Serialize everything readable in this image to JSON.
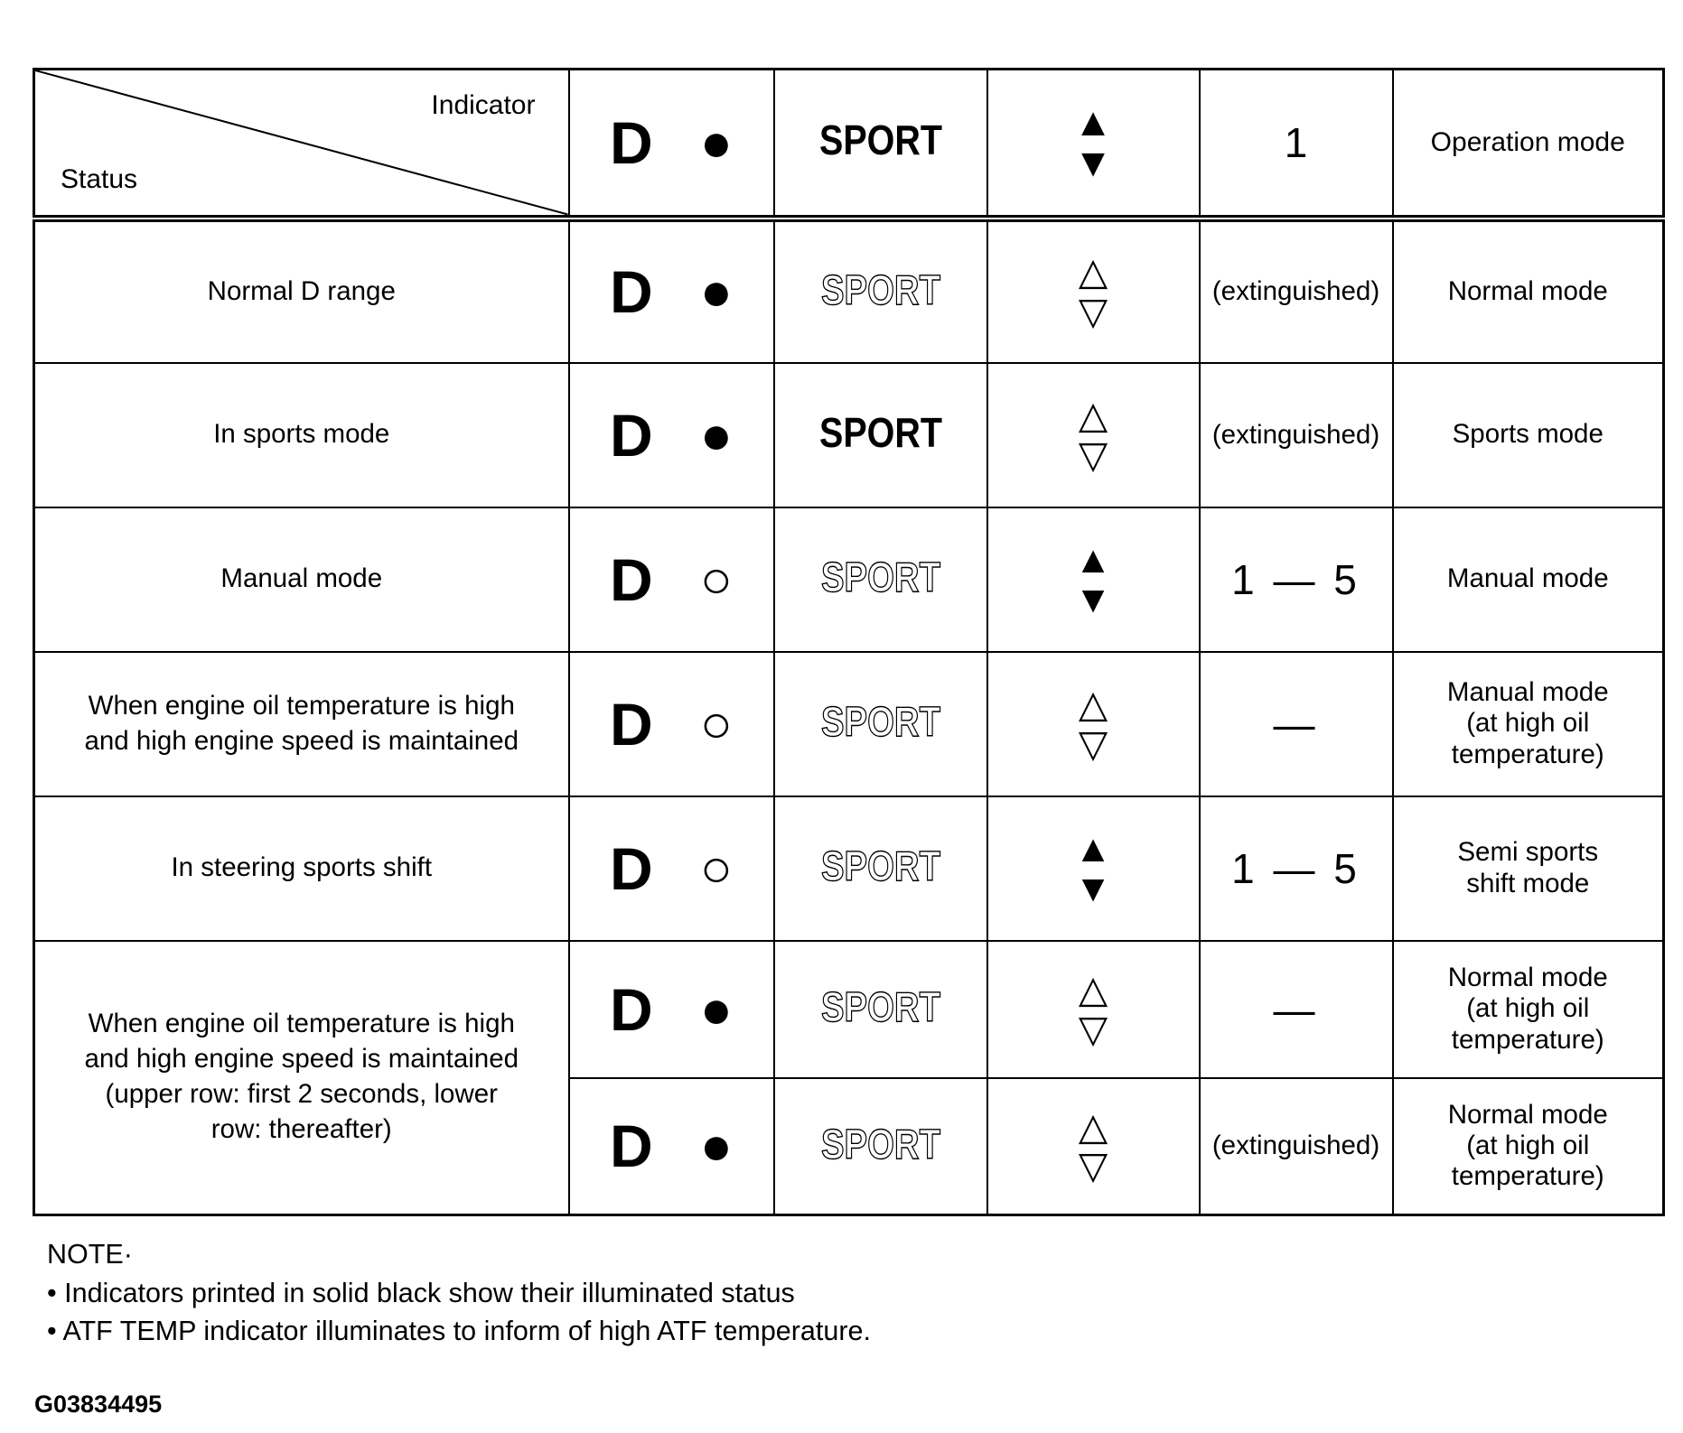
{
  "table": {
    "corner": {
      "indicator": "Indicator",
      "status": "Status"
    },
    "header": {
      "d": "D",
      "dot": "●",
      "sport": "SPORT",
      "up": "▲",
      "down": "▼",
      "gear": "1",
      "operation": "Operation mode"
    },
    "rows": [
      {
        "status": "Normal D range",
        "d": "D",
        "dot": "●",
        "sport": "SPORT",
        "sport_style": "outline",
        "up": "△",
        "down": "▽",
        "gear": "(extinguished)",
        "gear_style": "small",
        "mode": "Normal mode"
      },
      {
        "status": "In sports mode",
        "d": "D",
        "dot": "●",
        "sport": "SPORT",
        "sport_style": "solid",
        "up": "△",
        "down": "▽",
        "gear": "(extinguished)",
        "gear_style": "small",
        "mode": "Sports mode"
      },
      {
        "status": "Manual mode",
        "d": "D",
        "dot": "○",
        "sport": "SPORT",
        "sport_style": "outline",
        "up": "▲",
        "down": "▼",
        "gear": "1 — 5",
        "gear_style": "large",
        "mode": "Manual mode"
      },
      {
        "status": "When engine oil temperature is high\nand high engine speed is maintained",
        "d": "D",
        "dot": "○",
        "sport": "SPORT",
        "sport_style": "outline",
        "up": "△",
        "down": "▽",
        "gear": "—",
        "gear_style": "large",
        "mode": "Manual mode\n(at high oil\ntemperature)"
      },
      {
        "status": "In steering sports shift",
        "d": "D",
        "dot": "○",
        "sport": "SPORT",
        "sport_style": "outline",
        "up": "▲",
        "down": "▼",
        "gear": "1 — 5",
        "gear_style": "large",
        "mode": "Semi sports\nshift mode"
      },
      {
        "status": "When engine oil temperature is high\nand high engine speed is maintained\n(upper row: first 2 seconds, lower\nrow: thereafter)",
        "d": "D",
        "dot": "●",
        "sport": "SPORT",
        "sport_style": "outline",
        "up": "△",
        "down": "▽",
        "gear": "—",
        "gear_style": "large",
        "mode": "Normal mode\n(at high oil\ntemperature)"
      },
      {
        "d": "D",
        "dot": "●",
        "sport": "SPORT",
        "sport_style": "outline",
        "up": "△",
        "down": "▽",
        "gear": "(extinguished)",
        "gear_style": "small",
        "mode": "Normal mode\n(at high oil\ntemperature)"
      }
    ]
  },
  "note": {
    "title": "NOTE·",
    "bullets": [
      "• Indicators printed in solid black show their illuminated status",
      "• ATF TEMP indicator illuminates to inform of high ATF temperature."
    ]
  },
  "figure_id": "G03834495"
}
